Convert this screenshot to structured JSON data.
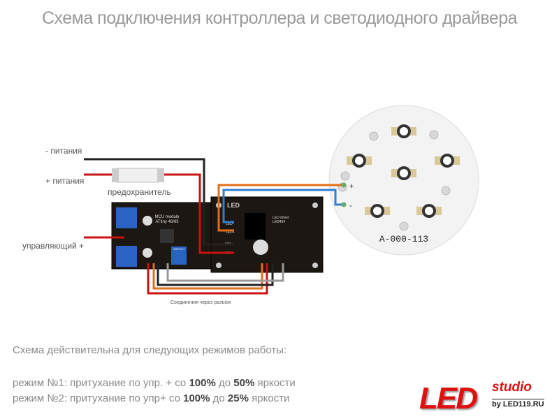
{
  "title": "Схема подключения контроллера и светодиодного драйвера",
  "labels": {
    "minus_power": "- питания",
    "plus_power": "+ питания",
    "fuse": "предохранитель",
    "control_plus": "управляющий +",
    "connector": "Соединения через разъем"
  },
  "mcu": {
    "name": "MCU module",
    "chip": "ATtiny 48/85",
    "switch": "SWITCH"
  },
  "driver": {
    "brand": "LED",
    "name": "LED driver",
    "chip": "LM3404",
    "led_minus": "LED-",
    "led_plus": "LED+",
    "vin_minus": "VIN-",
    "vin_plus": "VIN+"
  },
  "led_board": {
    "code": "A-000-113",
    "plus": "+",
    "minus": "-"
  },
  "notes": {
    "heading": "Схема действительна для следующих режимов работы:",
    "mode1": {
      "prefix": "режим №1: притухание по упр. + со ",
      "from": "100%",
      "mid": " до ",
      "to": "50%",
      "suffix": " яркости"
    },
    "mode2": {
      "prefix": "режим №2: притухание по упр+ со ",
      "from": "100%",
      "mid": " до ",
      "to": "25%",
      "suffix": " яркости"
    }
  },
  "logo": {
    "led": "LED",
    "studio": "studio",
    "by": "by LED119.RU"
  },
  "colors": {
    "red": "#cc1111",
    "black": "#222222",
    "orange": "#e0701a",
    "blue": "#2f7fd0",
    "gray": "#9a9a9a"
  }
}
